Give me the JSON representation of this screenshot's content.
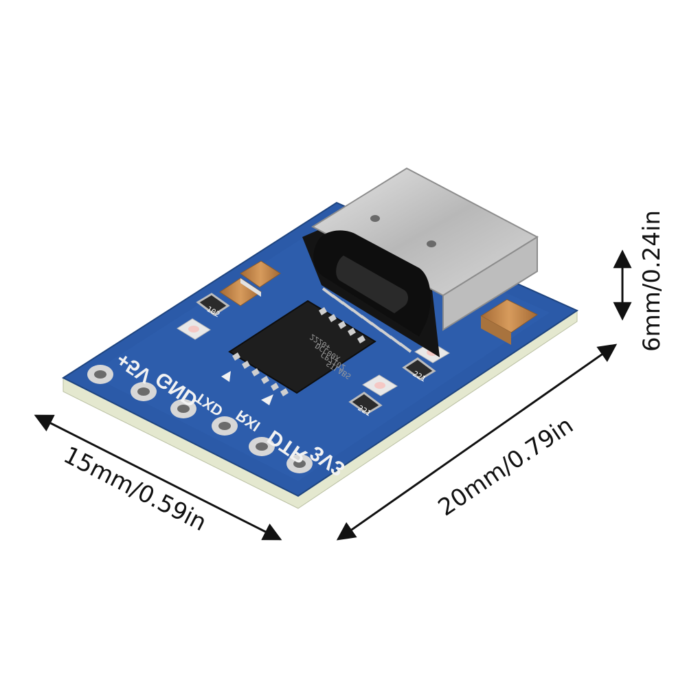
{
  "dimensions": {
    "width_label": "15mm/0.59in",
    "length_label": "20mm/0.79in",
    "height_label": "6mm/0.24in"
  },
  "board": {
    "pins": [
      "+5V",
      "GND",
      "TXD",
      "RXI",
      "DTR",
      "3V3"
    ],
    "chip_lines": [
      "SILABS",
      "CP2102",
      "DCL00X",
      "2220+"
    ],
    "resistor_codes": [
      "102",
      "221",
      "221"
    ],
    "colors": {
      "pcb": "#2b5aa8",
      "pcb_edge": "#e4e8cf",
      "connector": "#c9c9c9",
      "chip": "#1e1e1e",
      "capacitor": "#c98a4a"
    },
    "icons": [
      "arrow-left-icon",
      "arrow-right-icon"
    ]
  }
}
